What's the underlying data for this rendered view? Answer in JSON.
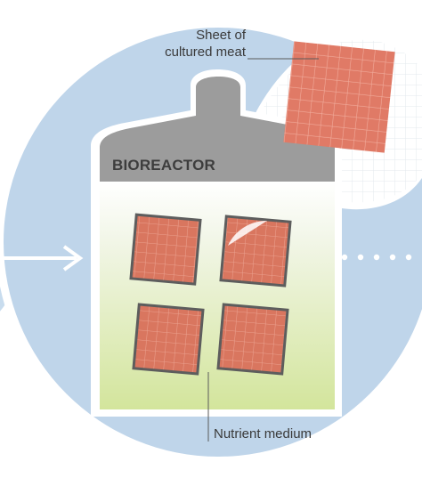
{
  "labels": {
    "sheet_line1": "Sheet of",
    "sheet_line2": "cultured meat",
    "bioreactor": "BIOREACTOR",
    "nutrient_medium": "Nutrient medium"
  },
  "colors": {
    "circle": "#bfd5ea",
    "ring": "#ffffff",
    "vessel_gray": "#9c9c9c",
    "meat": "#d9765f",
    "meat_border": "#5d5d5d",
    "medium_top": "#f3f6e9",
    "medium_bottom": "#d5e6a0",
    "arrow": "#ffffff"
  }
}
